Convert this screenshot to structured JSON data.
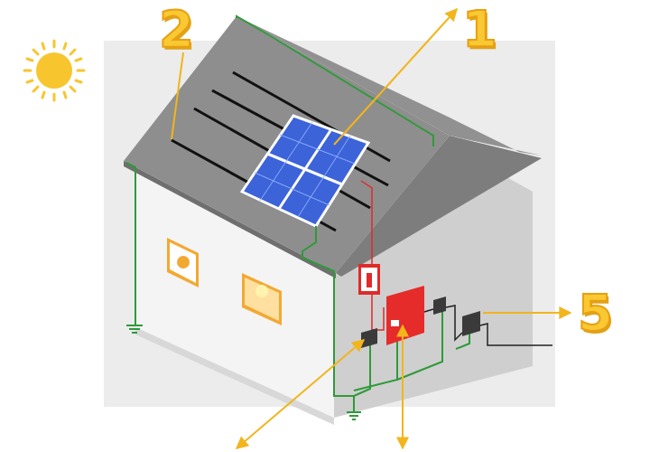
{
  "diagram": {
    "labels": [
      "2",
      "1",
      "5"
    ]
  }
}
